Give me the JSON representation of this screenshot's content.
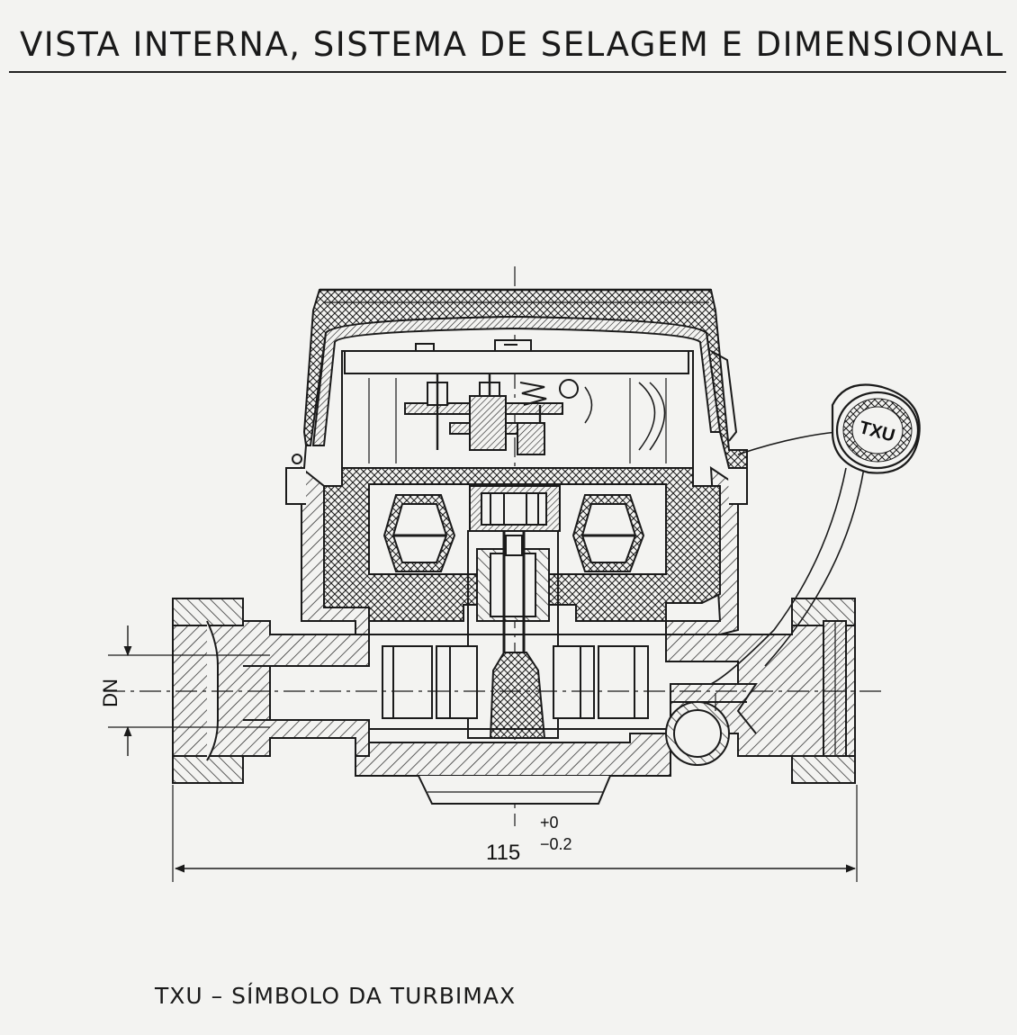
{
  "title": "VISTA INTERNA, SISTEMA DE SELAGEM E DIMENSIONAL",
  "dimensions": {
    "dn_label": "DN",
    "length_value": "115",
    "tol_plus": "+0",
    "tol_minus": "−0.2"
  },
  "seal_marking": "TXU",
  "caption": "TXU  –  SÍMBOLO DA TURBIMAX",
  "colors": {
    "line": "#1a1a1a",
    "paper": "#f3f3f1"
  }
}
